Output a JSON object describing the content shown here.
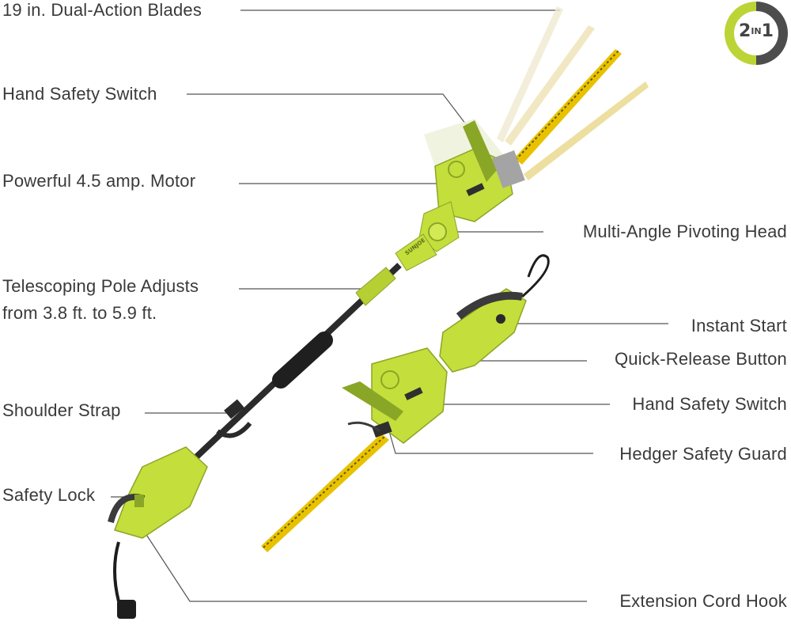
{
  "labels": {
    "blades": "19 in. Dual-Action Blades",
    "hand_safety_top": "Hand Safety Switch",
    "motor": "Powerful 4.5 amp. Motor",
    "telescoping_line1": "Telescoping Pole Adjusts",
    "telescoping_line2": "from 3.8 ft. to 5.9 ft.",
    "shoulder_strap": "Shoulder Strap",
    "safety_lock": "Safety Lock",
    "pivoting_head": "Multi-Angle Pivoting Head",
    "instant_start": "Instant Start",
    "quick_release": "Quick-Release Button",
    "hand_safety_bottom": "Hand Safety Switch",
    "hedger_guard": "Hedger Safety Guard",
    "cord_hook": "Extension Cord Hook"
  },
  "badge": {
    "main": "2",
    "small": "IN",
    "end": "1"
  },
  "brand_text": "SUNJOE",
  "colors": {
    "body_green": "#c4de3c",
    "dark_green": "#8aa626",
    "handle_dark": "#3b3b3b",
    "blade_yellow": "#e8c200",
    "leader_line": "#555555",
    "badge_ring_green": "#bcd435",
    "badge_ring_grey": "#4d4d4d"
  }
}
